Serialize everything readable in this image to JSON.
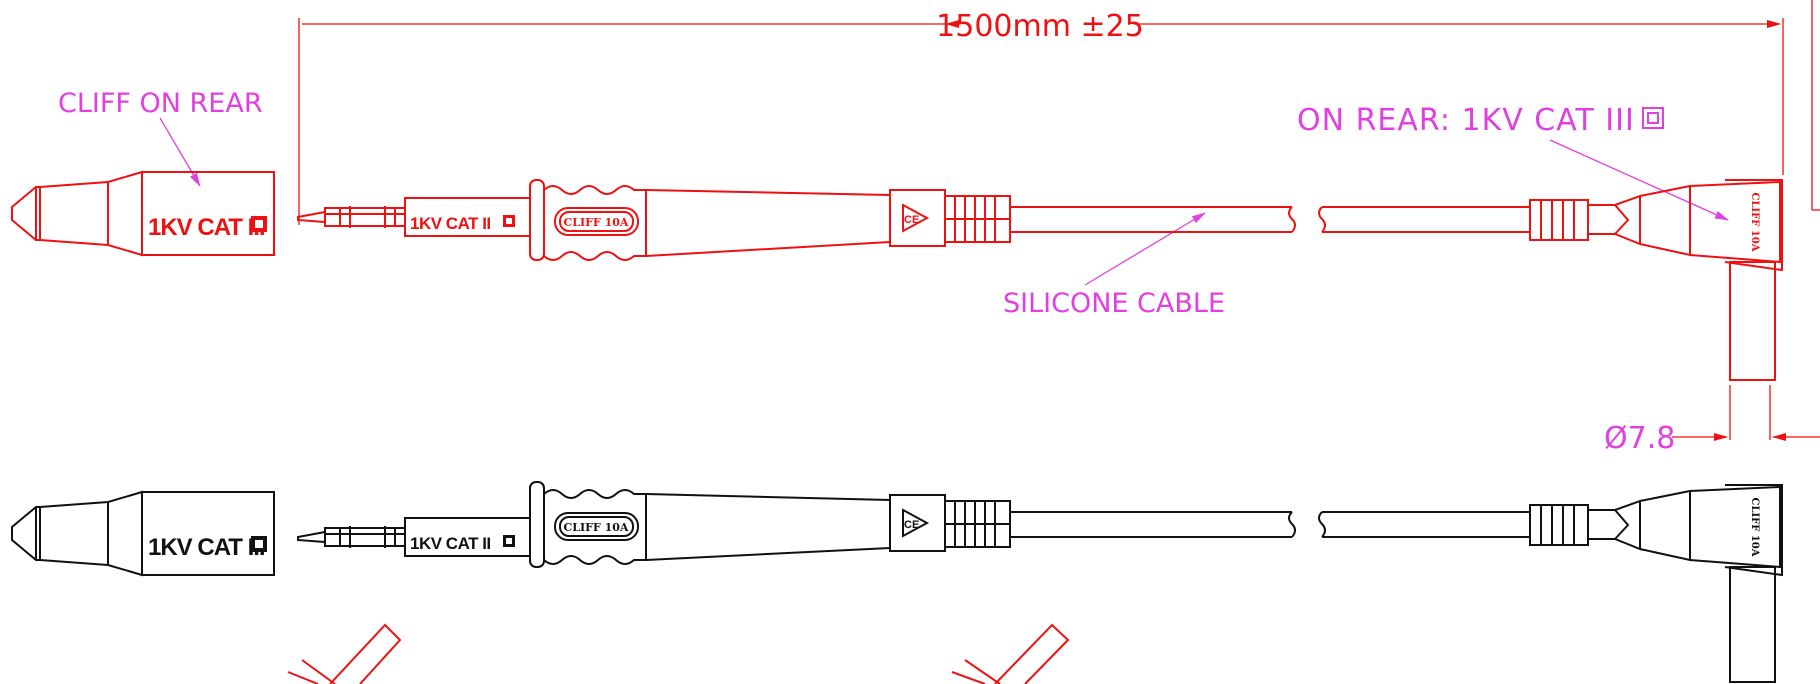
{
  "colors": {
    "red": "#ee1111",
    "black": "#111111",
    "magenta": "#e040e0",
    "white": "#ffffff"
  },
  "dimensions": {
    "length": "1500mm ±25",
    "diameter": "Ø7.8"
  },
  "annotations": {
    "cliff_on_rear": "CLIFF ON REAR",
    "on_rear": "ON REAR: 1KV CAT III",
    "silicone_cable": "SILICONE CABLE"
  },
  "markings": {
    "cap_rating": "1KV CAT III",
    "probe_rating": "1KV CAT II",
    "brand_body": "CLIFF 10A",
    "brand_connector": "CLIFF 10A",
    "ce_mark": "CE"
  },
  "icons": {
    "double_insulation": "double-insulation-square-icon",
    "warning": "warning-triangle-icon",
    "break": "cable-break-symbol-icon"
  }
}
